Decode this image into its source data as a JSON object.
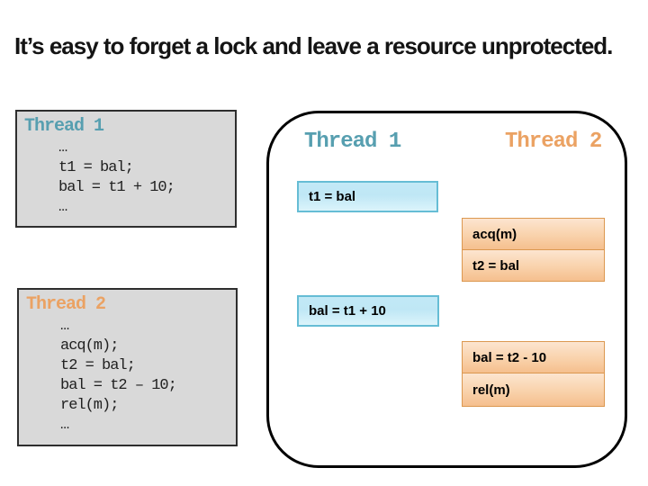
{
  "slide": {
    "title": "It’s easy to forget a lock and leave a resource unprotected.",
    "colors": {
      "teal_accent": "#579fb0",
      "orange_accent": "#eba263",
      "code_panel_bg": "#d9d9d9",
      "blue_event_border": "#66bdd5",
      "orange_event_border": "#dc9850"
    },
    "code_panels": [
      {
        "title": "Thread 1",
        "lines": [
          "…",
          "t1 = bal;",
          "bal = t1 + 10;",
          "…"
        ]
      },
      {
        "title": "Thread 2",
        "lines": [
          "…",
          "acq(m);",
          "t2 = bal;",
          "bal = t2 – 10;",
          "rel(m);",
          "…"
        ]
      }
    ],
    "timeline": {
      "columns": [
        {
          "label": "Thread 1"
        },
        {
          "label": "Thread 2"
        }
      ],
      "events": [
        {
          "text": "t1 = bal",
          "thread": "Thread 1"
        },
        {
          "text": "acq(m)",
          "thread": "Thread 2"
        },
        {
          "text": "t2 = bal",
          "thread": "Thread 2"
        },
        {
          "text": "bal = t1 + 10",
          "thread": "Thread 1"
        },
        {
          "text": "bal = t2 - 10",
          "thread": "Thread 2"
        },
        {
          "text": "rel(m)",
          "thread": "Thread 2"
        }
      ]
    }
  }
}
